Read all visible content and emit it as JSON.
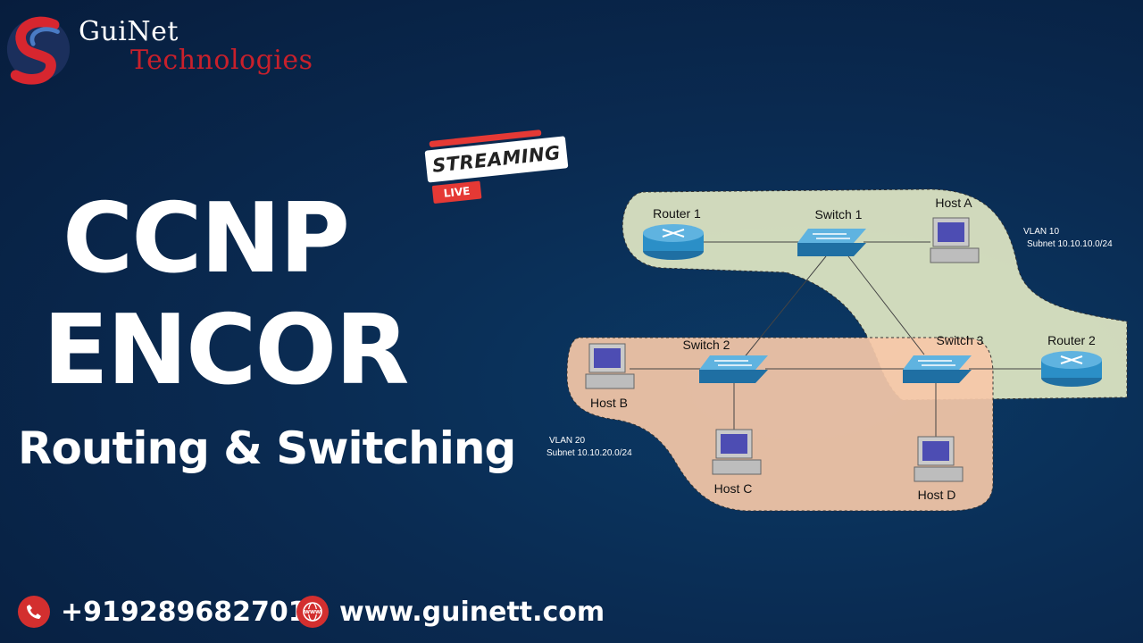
{
  "brand": {
    "line1": "GuiNet",
    "line2": "Technologies"
  },
  "badge": {
    "streaming": "STREAMING",
    "live": "LIVE"
  },
  "headline": {
    "line1": "CCNP",
    "line2": "ENCOR",
    "subtitle": "Routing & Switching"
  },
  "diagram": {
    "devices": {
      "router1": "Router 1",
      "switch1": "Switch 1",
      "hostA": "Host A",
      "switch2": "Switch 2",
      "switch3": "Switch 3",
      "router2": "Router 2",
      "hostB": "Host B",
      "hostC": "Host C",
      "hostD": "Host D"
    },
    "vlan10": {
      "name": "VLAN 10",
      "subnet": "Subnet 10.10.10.0/24"
    },
    "vlan20": {
      "name": "VLAN 20",
      "subnet": "Subnet 10.10.20.0/24"
    }
  },
  "contact": {
    "phone": "+919289682701",
    "website": "www.guinett.com"
  },
  "colors": {
    "accent": "#d32f2f",
    "vlan10": "#e2e8c4",
    "vlan20": "#f6c8a8",
    "device": "#2b8fc7"
  }
}
